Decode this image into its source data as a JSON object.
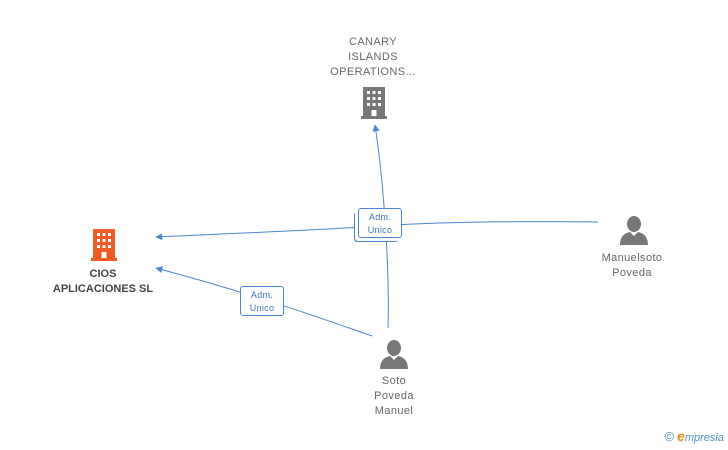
{
  "nodes": {
    "canary": {
      "lines": [
        "CANARY",
        "ISLANDS",
        "OPERATIONS..."
      ],
      "icon": "building-icon",
      "color": "#777777"
    },
    "cios": {
      "lines": [
        "CIOS",
        "APLICACIONES SL"
      ],
      "icon": "building-icon",
      "color": "#f05a23"
    },
    "manuelsoto": {
      "lines": [
        "Manuelsoto",
        "Poveda"
      ],
      "icon": "person-icon",
      "color": "#777777"
    },
    "soto": {
      "lines": [
        "Soto",
        "Poveda",
        "Manuel"
      ],
      "icon": "person-icon",
      "color": "#777777"
    }
  },
  "edges": {
    "center": {
      "lines": [
        "Adm.",
        "Unico"
      ]
    },
    "lower": {
      "lines": [
        "Adm.",
        "Unico"
      ]
    }
  },
  "colors": {
    "edge": "#4a86d4"
  },
  "watermark": {
    "copyright": "©",
    "brand_initial": "e",
    "brand_rest": "mpresia"
  }
}
